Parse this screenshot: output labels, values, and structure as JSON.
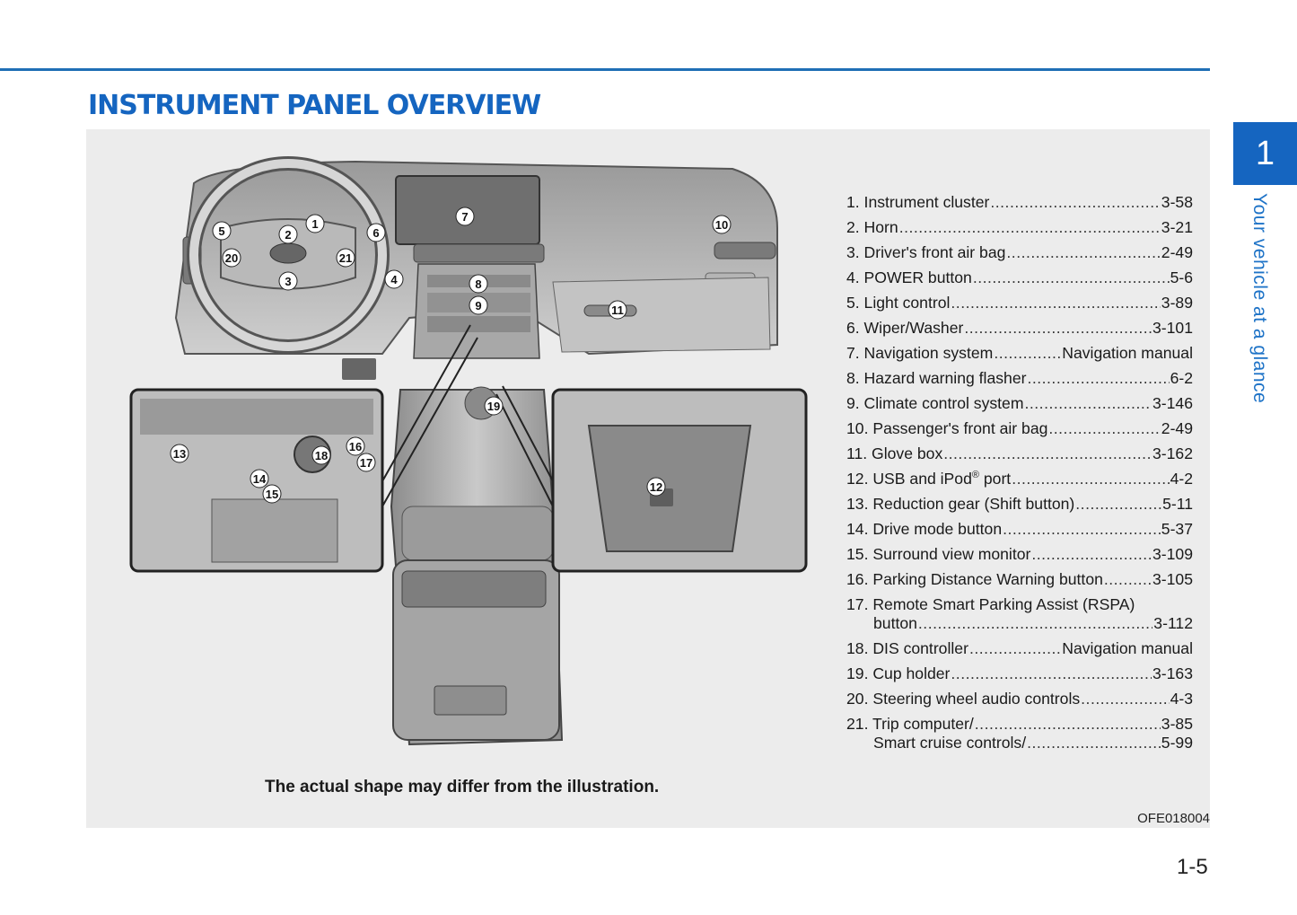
{
  "header": {
    "title": "INSTRUMENT PANEL OVERVIEW"
  },
  "chapter": {
    "number": "1",
    "title": "Your vehicle at a glance"
  },
  "figure": {
    "callouts": [
      "1",
      "2",
      "3",
      "4",
      "5",
      "6",
      "7",
      "8",
      "9",
      "10",
      "11",
      "12",
      "13",
      "14",
      "15",
      "16",
      "17",
      "18",
      "19",
      "20",
      "21"
    ],
    "caption": "The actual shape may differ from the illustration.",
    "code": "OFE018004"
  },
  "legend": [
    {
      "label": "1. Instrument cluster",
      "page": "3-58"
    },
    {
      "label": "2. Horn",
      "page": "3-21"
    },
    {
      "label": "3. Driver's front air bag",
      "page": "2-49"
    },
    {
      "label": "4. POWER button",
      "page": "5-6"
    },
    {
      "label": "5. Light control",
      "page": "3-89"
    },
    {
      "label": "6. Wiper/Washer",
      "page": "3-101"
    },
    {
      "label": "7. Navigation system",
      "page": "Navigation manual"
    },
    {
      "label": "8. Hazard warning flasher",
      "page": "6-2"
    },
    {
      "label": "9. Climate control system",
      "page": "3-146"
    },
    {
      "label": "10. Passenger's front air bag",
      "page": "2-49"
    },
    {
      "label": "11. Glove box",
      "page": "3-162"
    },
    {
      "label": "12. USB and iPod",
      "label_sup": "®",
      "label_end": " port",
      "page": "4-2"
    },
    {
      "label": "13. Reduction gear (Shift button)",
      "page": "5-11"
    },
    {
      "label": "14. Drive mode button",
      "page": "5-37"
    },
    {
      "label": "15. Surround view monitor",
      "page": "3-109"
    },
    {
      "label": "16. Parking Distance Warning button",
      "page": "3-105"
    },
    {
      "label": "17. Remote Smart Parking Assist (RSPA)",
      "label2": "button",
      "page": "3-112"
    },
    {
      "label": "18. DIS controller",
      "page": "Navigation manual"
    },
    {
      "label": "19. Cup holder",
      "page": "3-163"
    },
    {
      "label": "20. Steering wheel audio controls",
      "page": "4-3"
    },
    {
      "label": "21. Trip computer/",
      "page": "3-85",
      "label2": "Smart cruise controls/",
      "page2": "5-99"
    }
  ],
  "footer": {
    "page_number": "1-5"
  }
}
